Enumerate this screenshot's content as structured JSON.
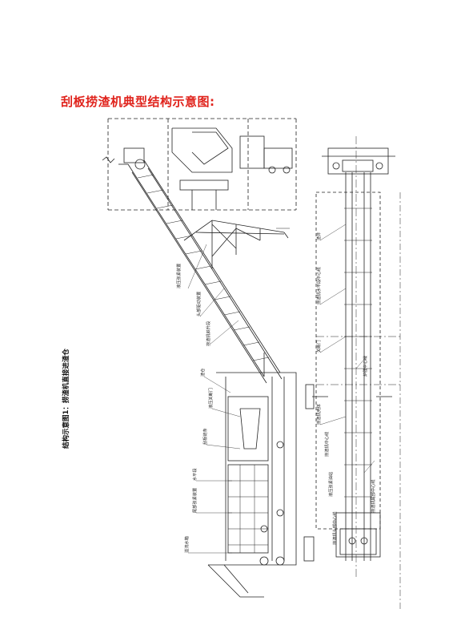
{
  "title": "刮板捞渣机典型结构示意图:",
  "caption": "结构示意图1：捞渣机直接进渣仓",
  "labels": {
    "l1": "液压张紧装置",
    "l2": "头部驱动装置",
    "l3": "捞渣机斜升段",
    "l4": "渣仓",
    "l5": "液压关断门",
    "l6": "刮板链条",
    "l7": "水平段",
    "l8": "尾部张紧装置",
    "l9": "溢流水箱",
    "l10": "渣井",
    "l11": "捞渣机水平段中心线",
    "l12": "关断门",
    "l13": "捞渣机壳体",
    "l14": "捞渣机中心线",
    "l15": "液压张紧油站",
    "l16": "捞渣机头部中心线",
    "l17": "炉膛中心线",
    "l18": "捞渣机尾部中心线"
  }
}
